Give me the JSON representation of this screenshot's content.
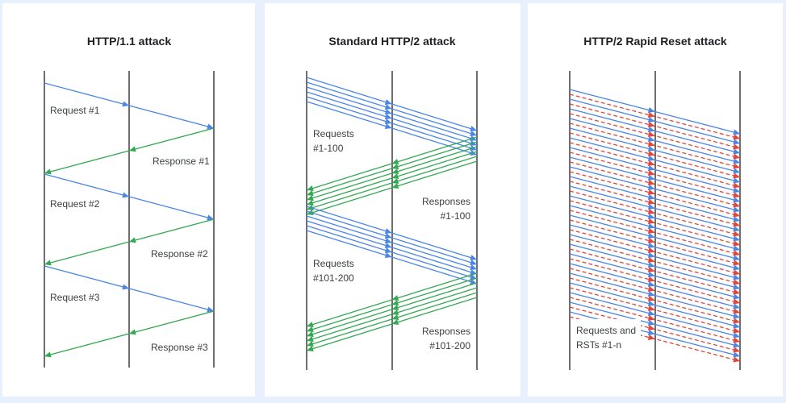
{
  "colors": {
    "request": "#4a86e8",
    "response": "#34a853",
    "reset": "#ea4335",
    "timeline": "#202124",
    "panel_bg": "#ffffff",
    "page_bg": "#e8effd"
  },
  "panels": [
    {
      "title": "HTTP/1.1 attack",
      "labels": [
        {
          "line1": "Request #1",
          "line2": ""
        },
        {
          "line1": "Response #1",
          "line2": ""
        },
        {
          "line1": "Request #2",
          "line2": ""
        },
        {
          "line1": "Response #2",
          "line2": ""
        },
        {
          "line1": "Request #3",
          "line2": ""
        },
        {
          "line1": "Response #3",
          "line2": ""
        }
      ]
    },
    {
      "title": "Standard HTTP/2 attack",
      "labels": [
        {
          "line1": "Requests",
          "line2": "#1-100"
        },
        {
          "line1": "Responses",
          "line2": "#1-100"
        },
        {
          "line1": "Requests",
          "line2": "#101-200"
        },
        {
          "line1": "Responses",
          "line2": "#101-200"
        }
      ]
    },
    {
      "title": "HTTP/2 Rapid Reset attack",
      "labels": [
        {
          "line1": "Requests and",
          "line2": "RSTs #1-n"
        }
      ]
    }
  ]
}
